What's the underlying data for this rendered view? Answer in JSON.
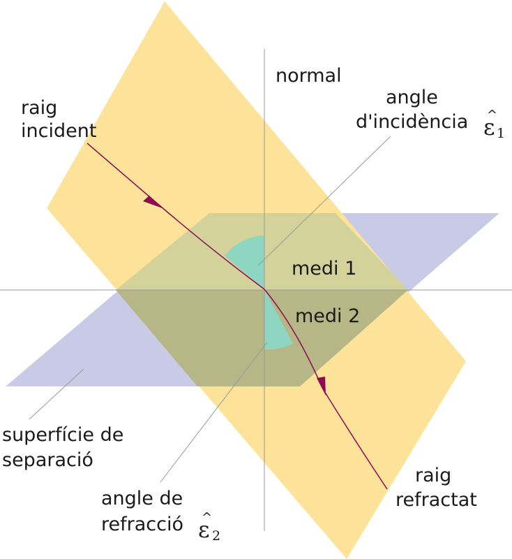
{
  "labels": {
    "normal": "normal",
    "incident_ray": [
      "raig",
      "incident"
    ],
    "angle_incidence": [
      "angle",
      "d'incidència"
    ],
    "angle_incidence_symbol": "ε",
    "angle_incidence_sub": "1",
    "medium1": "medi 1",
    "medium2": "medi 2",
    "surface": [
      "superfície de",
      "separació"
    ],
    "angle_refraction": [
      "angle de",
      "refracció"
    ],
    "angle_refraction_symbol": "ε",
    "angle_refraction_sub": "2",
    "refracted_ray": [
      "raig",
      "refractat"
    ],
    "hat": "^"
  },
  "colors": {
    "incidence_plane": "#fde39a",
    "separation_surface": "#c9cbe6",
    "overlap_upper": "#d2d29a",
    "overlap_lower": "#b6b686",
    "angle_fill": "#8fd6c2",
    "ray": "#8b0a52",
    "guide_lines": "#9a9a9a"
  }
}
